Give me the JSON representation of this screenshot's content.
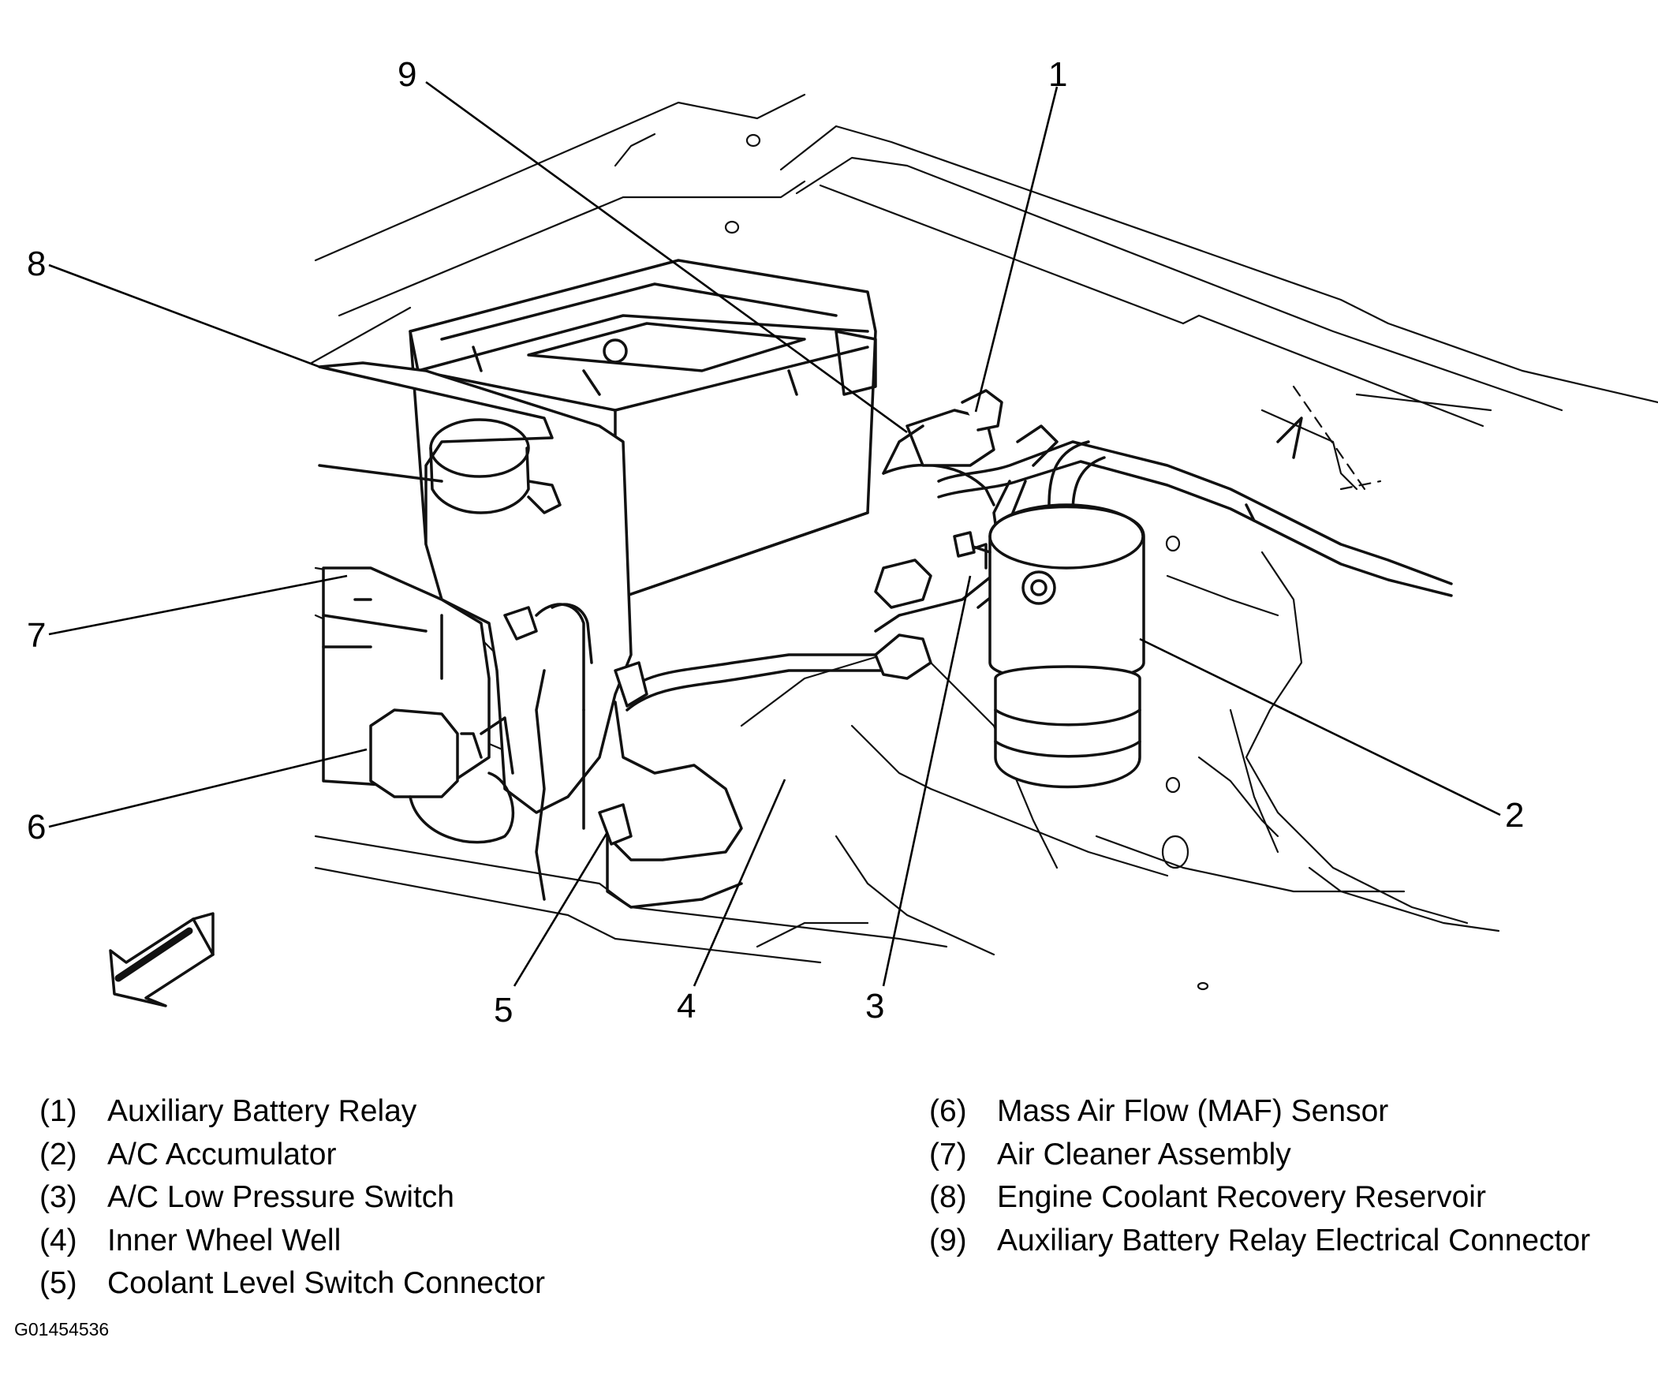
{
  "callouts": [
    "1",
    "2",
    "3",
    "4",
    "5",
    "6",
    "7",
    "8",
    "9"
  ],
  "legend": {
    "left": [
      {
        "num": "(1)",
        "label": "Auxiliary Battery Relay"
      },
      {
        "num": "(2)",
        "label": "A/C Accumulator"
      },
      {
        "num": "(3)",
        "label": "A/C Low Pressure Switch"
      },
      {
        "num": "(4)",
        "label": "Inner Wheel Well"
      },
      {
        "num": "(5)",
        "label": "Coolant Level Switch Connector"
      }
    ],
    "right": [
      {
        "num": "(6)",
        "label": "Mass Air Flow (MAF) Sensor"
      },
      {
        "num": "(7)",
        "label": "Air Cleaner Assembly"
      },
      {
        "num": "(8)",
        "label": "Engine Coolant Recovery Reservoir"
      },
      {
        "num": "(9)",
        "label": "Auxiliary Battery Relay Electrical Connector"
      }
    ]
  },
  "figure_id": "G01454536",
  "icons": {
    "front_arrow": "direction-arrow-icon"
  }
}
